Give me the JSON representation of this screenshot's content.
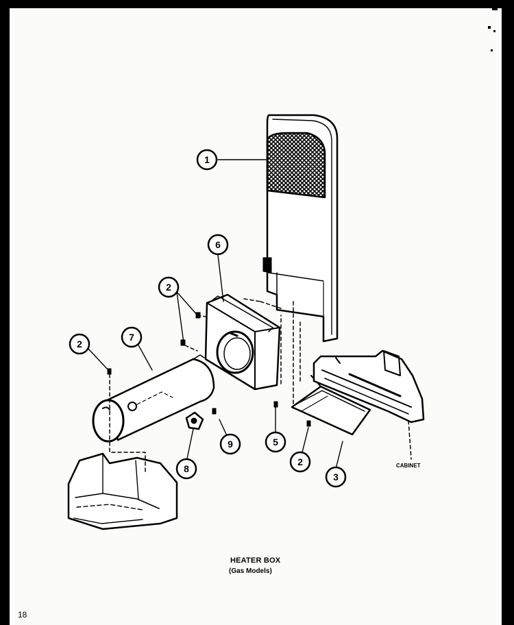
{
  "diagram": {
    "title": "HEATER BOX",
    "subtitle": "(Gas Models)",
    "cabinet_label": "CABINET",
    "page_number": "18",
    "callouts": [
      "1",
      "2",
      "2",
      "2",
      "3",
      "5",
      "6",
      "7",
      "8",
      "9"
    ]
  },
  "colors": {
    "paper": "#fbfbf9",
    "ink": "#000000",
    "border": "#000000"
  }
}
